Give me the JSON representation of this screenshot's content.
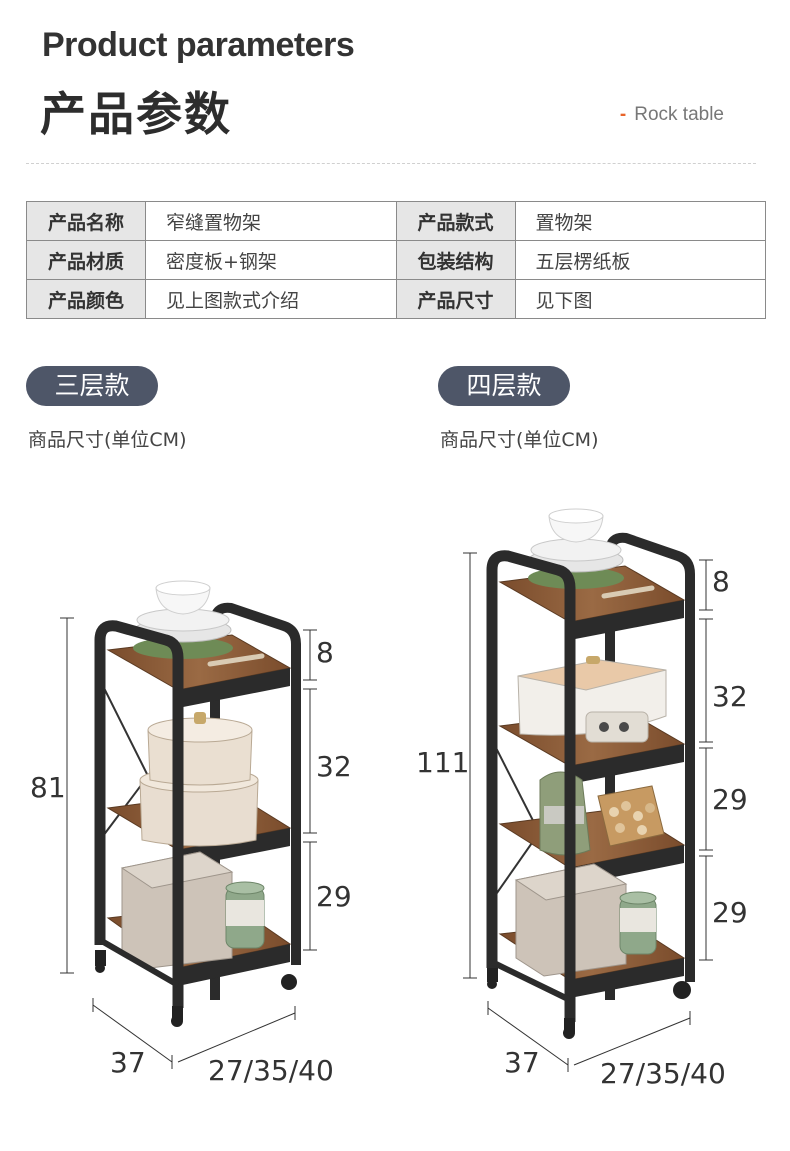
{
  "header": {
    "title_en": "Product parameters",
    "title_cn": "产品参数",
    "tagline_dash": "-",
    "tagline": "Rock table"
  },
  "params": [
    [
      {
        "k": "产品名称",
        "v": "窄缝置物架"
      },
      {
        "k": "产品款式",
        "v": "置物架"
      }
    ],
    [
      {
        "k": "产品材质",
        "v": "密度板+钢架"
      },
      {
        "k": "包装结构",
        "v": "五层楞纸板"
      }
    ],
    [
      {
        "k": "产品颜色",
        "v": "见上图款式介绍"
      },
      {
        "k": "产品尺寸",
        "v": "见下图"
      }
    ]
  ],
  "variants": [
    {
      "label": "三层款",
      "subtitle": "商品尺寸(单位CM)",
      "height": "81",
      "tiers": [
        "8",
        "32",
        "29"
      ],
      "depth": "37",
      "width": "27/35/40"
    },
    {
      "label": "四层款",
      "subtitle": "商品尺寸(单位CM)",
      "height": "111",
      "tiers": [
        "8",
        "32",
        "29",
        "29"
      ],
      "depth": "37",
      "width": "27/35/40"
    }
  ],
  "colors": {
    "pill": "#4e5668",
    "accent": "#e8642a",
    "frame": "#2b2b2b",
    "wood": "#8a5a36"
  }
}
